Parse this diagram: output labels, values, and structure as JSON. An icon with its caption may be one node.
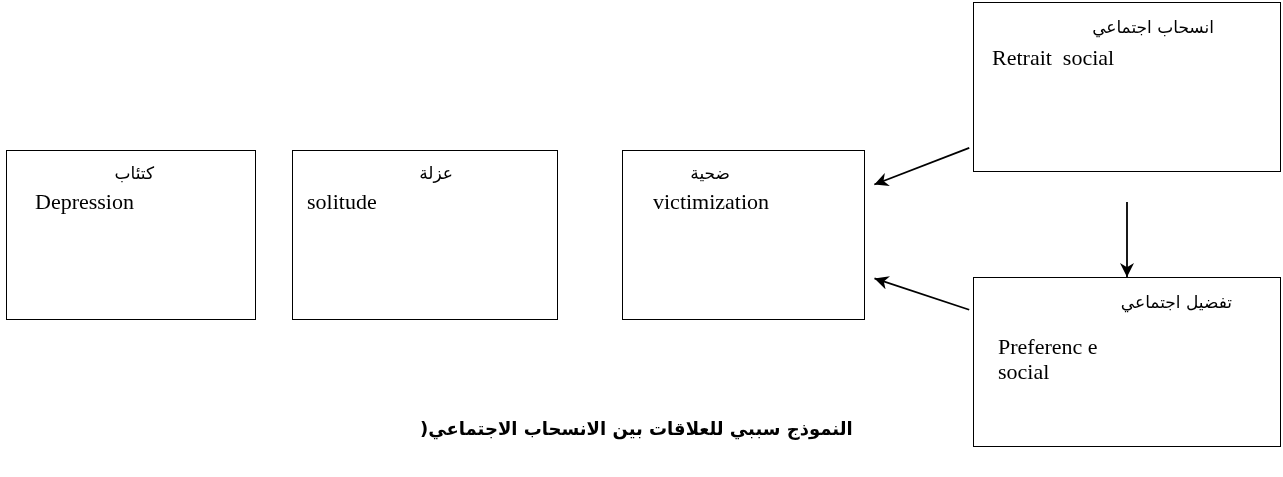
{
  "diagram": {
    "caption": "النموذج سببي للعلاقات بين الانسحاب الاجتماعي(",
    "nodes": [
      {
        "text": [
          "كتئاب",
          "Depression"
        ]
      },
      {
        "text": [
          "عزلة",
          "solitude"
        ]
      },
      {
        "text": [
          "ضحية",
          "victimization"
        ]
      },
      {
        "text": [
          "انسحاب اجتماعي",
          "Retrait  social"
        ]
      },
      {
        "text": [
          "تفضيل اجتماعي",
          "Preferenc e social"
        ]
      }
    ],
    "edges": [
      {
        "from": 3,
        "to": 2,
        "arrow": "to"
      },
      {
        "from": 3,
        "to": 4,
        "arrow": "to"
      },
      {
        "from": 4,
        "to": 2,
        "arrow": "to"
      }
    ]
  }
}
